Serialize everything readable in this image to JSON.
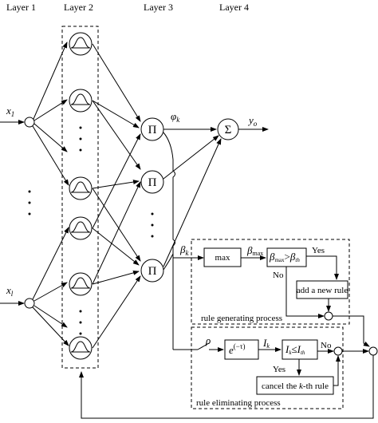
{
  "layers": [
    "Layer 1",
    "Layer 2",
    "Layer 3",
    "Layer 4"
  ],
  "inputs": {
    "x1": {
      "base": "x",
      "sub": "1"
    },
    "xl": {
      "base": "x",
      "sub": "l"
    }
  },
  "output": {
    "base": "y",
    "sub": "o"
  },
  "layer3": {
    "product_symbol": "Π",
    "sum_symbol": "Σ"
  },
  "signals": {
    "phi": {
      "base": "φ",
      "sub": "k"
    },
    "beta": {
      "base": "β",
      "sub": "k"
    },
    "beta_max": {
      "base": "β",
      "sub": "max"
    },
    "rho": "ρ",
    "ik": {
      "base": "I",
      "sub": "k"
    }
  },
  "rule_generating": {
    "max_label": "max",
    "compare_label": {
      "a": "β",
      "a_sub": "max",
      "op": ">",
      "b": "β",
      "b_sub": "th"
    },
    "yes": "Yes",
    "no": "No",
    "add_rule": "add a new rule",
    "process_label": "rule generating process"
  },
  "rule_eliminating": {
    "exp_label": {
      "base": "e",
      "sup": "(−τ)"
    },
    "compare_label": {
      "a": "I",
      "a_sub": "k",
      "op": "≤",
      "b": "I",
      "b_sub": "th"
    },
    "yes": "Yes",
    "no": "No",
    "cancel_rule": {
      "pre": "cancel the ",
      "k": "k",
      "post": "-th rule"
    },
    "process_label": "rule eliminating process"
  }
}
